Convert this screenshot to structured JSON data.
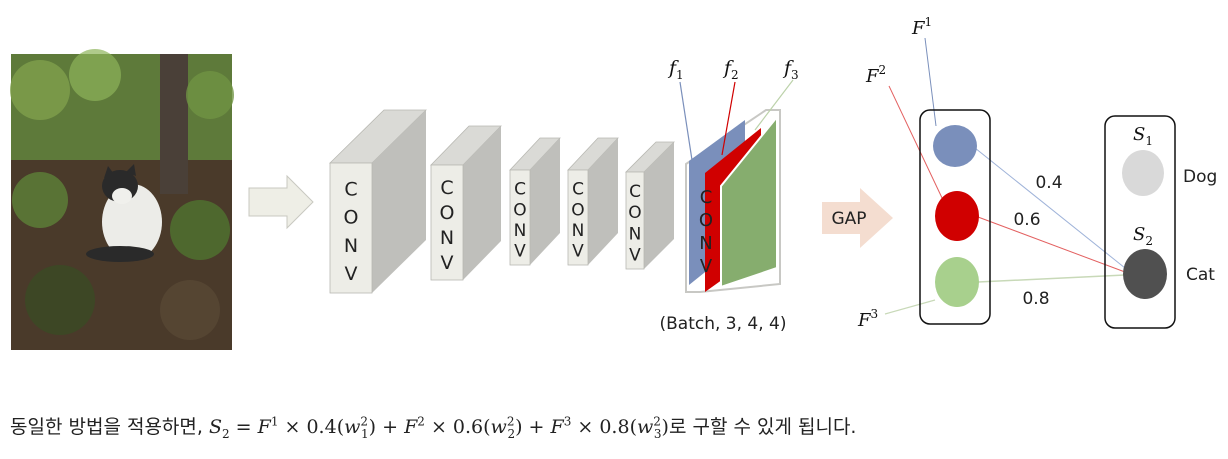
{
  "conv_letters": [
    "C",
    "O",
    "N",
    "V"
  ],
  "arrow_label": "GAP",
  "feature_labels": [
    "f",
    "f",
    "f"
  ],
  "feature_subscripts": [
    "1",
    "2",
    "3"
  ],
  "map_labels": [
    "F",
    "F",
    "F"
  ],
  "map_superscripts": [
    "1",
    "2",
    "3"
  ],
  "score_labels": [
    "S",
    "S"
  ],
  "score_subscripts": [
    "1",
    "2"
  ],
  "class_labels": [
    "Dog",
    "Cat"
  ],
  "weights": [
    "0.4",
    "0.6",
    "0.8"
  ],
  "output_shape": "(Batch, 3, 4, 4)",
  "caption": {
    "prefix": "동일한 방법을 적용하면, ",
    "S": "S",
    "S_sub": "2",
    "equals": " = ",
    "F": "F",
    "times": " × ",
    "w": "w",
    "w_sup": "2",
    "terms": [
      {
        "sup": "1",
        "coef": "0.4",
        "wsub": "1"
      },
      {
        "sup": "2",
        "coef": "0.6",
        "wsub": "2"
      },
      {
        "sup": "3",
        "coef": "0.8",
        "wsub": "3"
      }
    ],
    "plus": " + ",
    "suffix": "로 구할 수 있게 됩니다."
  },
  "colors": {
    "feature1": "#7a8fbb",
    "feature2": "#d00000",
    "feature3": "#86ad6e",
    "node3": "#a8d08d",
    "score1": "#d9d9d9",
    "score2": "#505050",
    "conv_front": "#ededE7",
    "conv_side": "#bfbfbb",
    "conv_top": "#dadad6",
    "arrow_gap": "#f4ddd0"
  }
}
